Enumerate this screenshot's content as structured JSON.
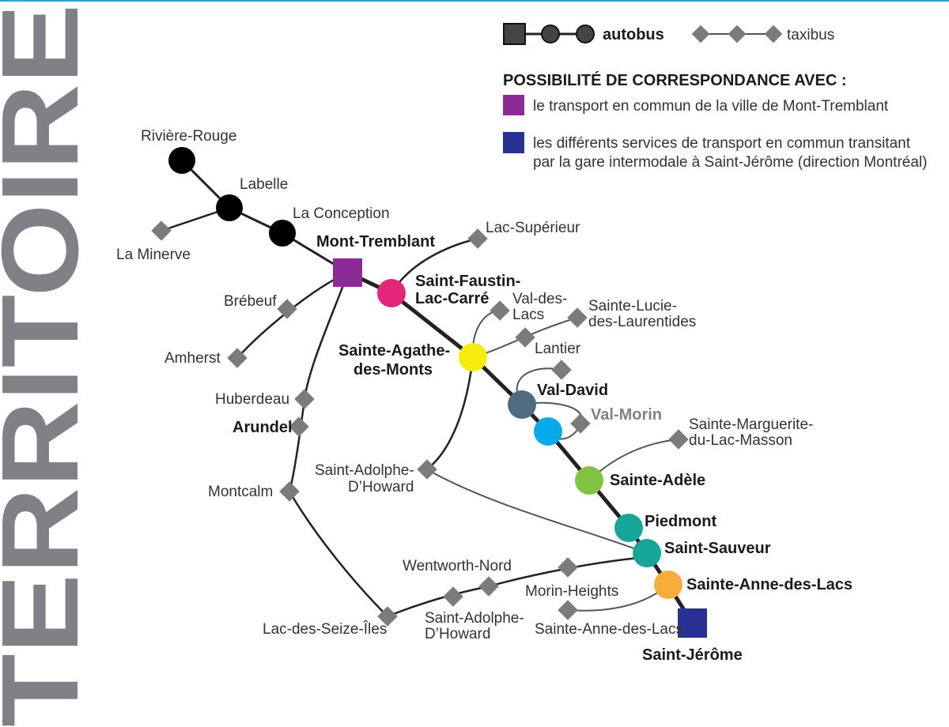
{
  "page_title": "TERRITOIRE",
  "colors": {
    "title_grey": "#7f8187",
    "line_dark": "#222222",
    "line_light": "#555555",
    "diamond": "#7b7b7b",
    "mont_tremblant": "#8c2b96",
    "saint_jerome": "#27318f",
    "saint_faustin": "#e3267a",
    "sainte_agathe": "#f5ec0b",
    "val_david": "#4f6b80",
    "val_morin": "#0aa9ea",
    "sainte_adele": "#82c341",
    "teal": "#17a59a",
    "sainte_anne": "#f6ad3c"
  },
  "legend": {
    "autobus_label": "autobus",
    "taxibus_label": "taxibus",
    "correspondance_title": "POSSIBILITÉ DE CORRESPONDANCE AVEC :",
    "purple_text": "le transport en commun de la ville de Mont-Tremblant",
    "blue_text_line1": "les différents services de transport en commun transitant",
    "blue_text_line2": "par la gare intermodale à Saint-Jérôme (direction Montréal)"
  },
  "stops": {
    "riviere_rouge": "Rivière-Rouge",
    "labelle": "Labelle",
    "la_minerve": "La Minerve",
    "la_conception": "La Conception",
    "mont_tremblant": "Mont-Tremblant",
    "lac_superieur": "Lac-Supérieur",
    "saint_faustin_1": "Saint-Faustin-",
    "saint_faustin_2": "Lac-Carré",
    "brebeuf": "Brébeuf",
    "amherst": "Amherst",
    "val_des_lacs_1": "Val-des-",
    "val_des_lacs_2": "Lacs",
    "sainte_lucie_1": "Sainte-Lucie-",
    "sainte_lucie_2": "des-Laurentides",
    "lantier": "Lantier",
    "sainte_agathe_1": "Sainte-Agathe-",
    "sainte_agathe_2": "des-Monts",
    "huberdeau": "Huberdeau",
    "arundel": "Arundel",
    "val_david": "Val-David",
    "val_morin": "Val-Morin",
    "sainte_marguerite_1": "Sainte-Marguerite-",
    "sainte_marguerite_2": "du-Lac-Masson",
    "saint_adolphe_1_a": "Saint-Adolphe-",
    "saint_adolphe_1_b": "D’Howard",
    "montcalm": "Montcalm",
    "sainte_adele": "Sainte-Adèle",
    "piedmont": "Piedmont",
    "saint_sauveur": "Saint-Sauveur",
    "wentworth_nord": "Wentworth-Nord",
    "morin_heights": "Morin-Heights",
    "sainte_anne_bus": "Sainte-Anne-des-Lacs",
    "sainte_anne_taxi": "Sainte-Anne-des-Lacs",
    "saint_adolphe_2_a": "Saint-Adolphe-",
    "saint_adolphe_2_b": "D’Howard",
    "lac_des_seize_iles": "Lac-des-Seize-Îles",
    "saint_jerome": "Saint-Jérôme"
  }
}
